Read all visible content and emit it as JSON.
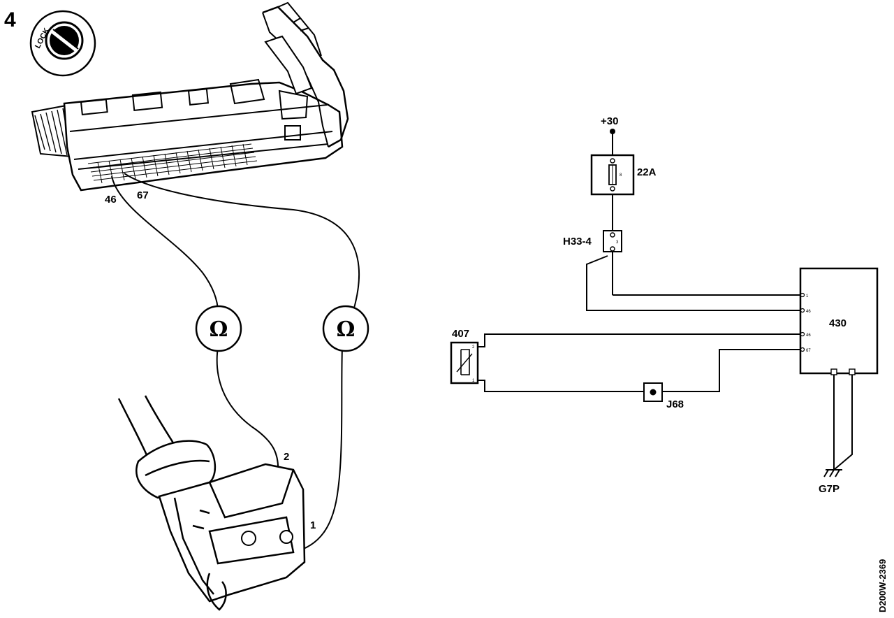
{
  "figure": {
    "step_number": "4",
    "lock_symbol_text": "LOCK",
    "reference_code": "D200W-2369"
  },
  "ecu_connector": {
    "pin_a": "46",
    "pin_b": "67"
  },
  "ohmmeters": [
    {
      "symbol": "Ω"
    },
    {
      "symbol": "Ω"
    }
  ],
  "sensor_connector": {
    "pin_a": "2",
    "pin_b": "1"
  },
  "schematic": {
    "supply": "+30",
    "fuse": {
      "label": "22A",
      "pin": "8"
    },
    "connector_h33": {
      "label": "H33-4",
      "pin": "3"
    },
    "control_module": {
      "label": "430",
      "pins": [
        "1",
        "46",
        "46",
        "67"
      ]
    },
    "sensor": {
      "label": "407",
      "pins": [
        "2",
        "1"
      ]
    },
    "junction": {
      "label": "J68"
    },
    "ground": {
      "label": "G7P"
    }
  },
  "colors": {
    "ink": "#000000",
    "paper": "#ffffff"
  }
}
